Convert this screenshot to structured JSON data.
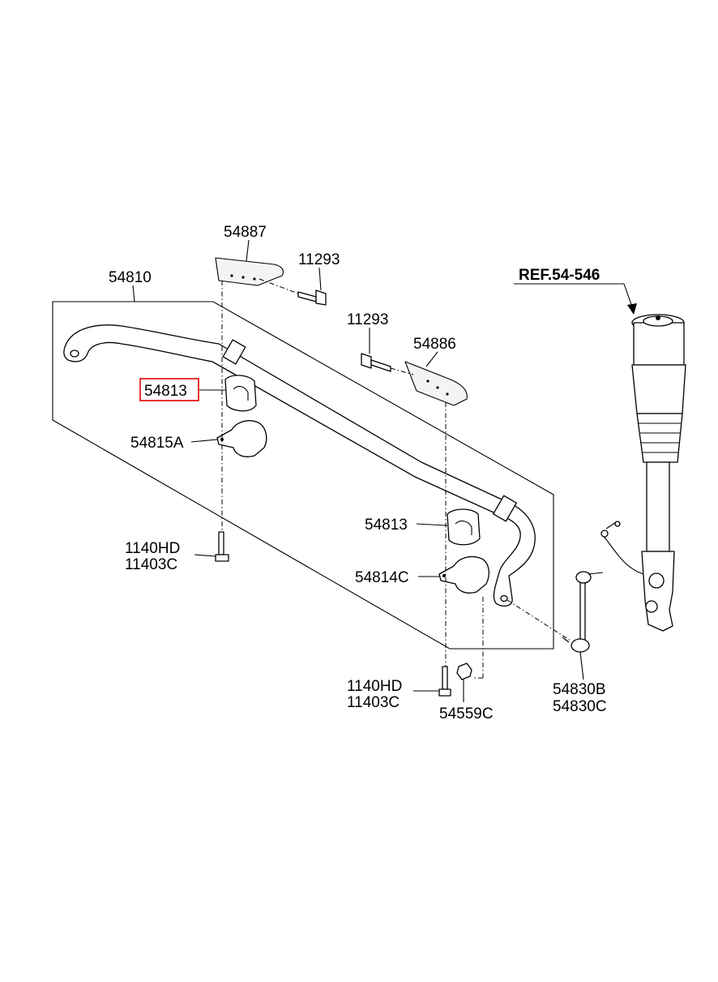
{
  "diagram": {
    "highlight_color": "#e00000",
    "labels": {
      "p54887": "54887",
      "p11293_top": "11293",
      "p54810": "54810",
      "ref": "REF.54-546",
      "p11293_mid": "11293",
      "p54886": "54886",
      "p54813_left": "54813",
      "p54815a": "54815A",
      "p54813_right": "54813",
      "p1140hd_left": "1140HD",
      "p11403c_left": "11403C",
      "p54814c": "54814C",
      "p1140hd_bottom": "1140HD",
      "p11403c_bottom": "11403C",
      "p54559c": "54559C",
      "p54830b": "54830B",
      "p54830c": "54830C"
    }
  }
}
